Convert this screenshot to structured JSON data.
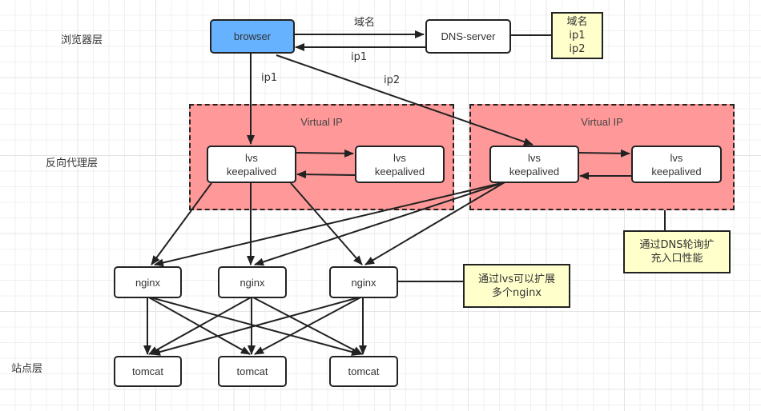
{
  "layers": {
    "browser_layer": "浏览器层",
    "proxy_layer": "反向代理层",
    "site_layer": "站点层"
  },
  "nodes": {
    "browser": "browser",
    "dns_server": "DNS-server",
    "lvs_left_primary": [
      "lvs",
      "keepalived"
    ],
    "lvs_left_backup": [
      "lvs",
      "keepalived"
    ],
    "lvs_right_primary": [
      "lvs",
      "keepalived"
    ],
    "lvs_right_backup": [
      "lvs",
      "keepalived"
    ],
    "nginx": [
      "nginx",
      "nginx",
      "nginx"
    ],
    "tomcat": [
      "tomcat",
      "tomcat",
      "tomcat"
    ]
  },
  "regions": {
    "left_title": "Virtual IP",
    "right_title": "Virtual IP"
  },
  "notes": {
    "dns_record": [
      "域名",
      "ip1",
      "ip2"
    ],
    "dns_rr": [
      "通过DNS轮询扩",
      "充入口性能"
    ],
    "lvs_scale": [
      "通过lvs可以扩展",
      "多个nginx"
    ]
  },
  "edge_labels": {
    "domain_query": "域名",
    "dns_reply": "ip1",
    "to_vip1": "ip1",
    "to_vip2": "ip2"
  },
  "colors": {
    "browser_fill": "#66b2ff",
    "region_fill": "#ff9999",
    "note_fill": "#ffffcc",
    "stroke": "#222222"
  }
}
